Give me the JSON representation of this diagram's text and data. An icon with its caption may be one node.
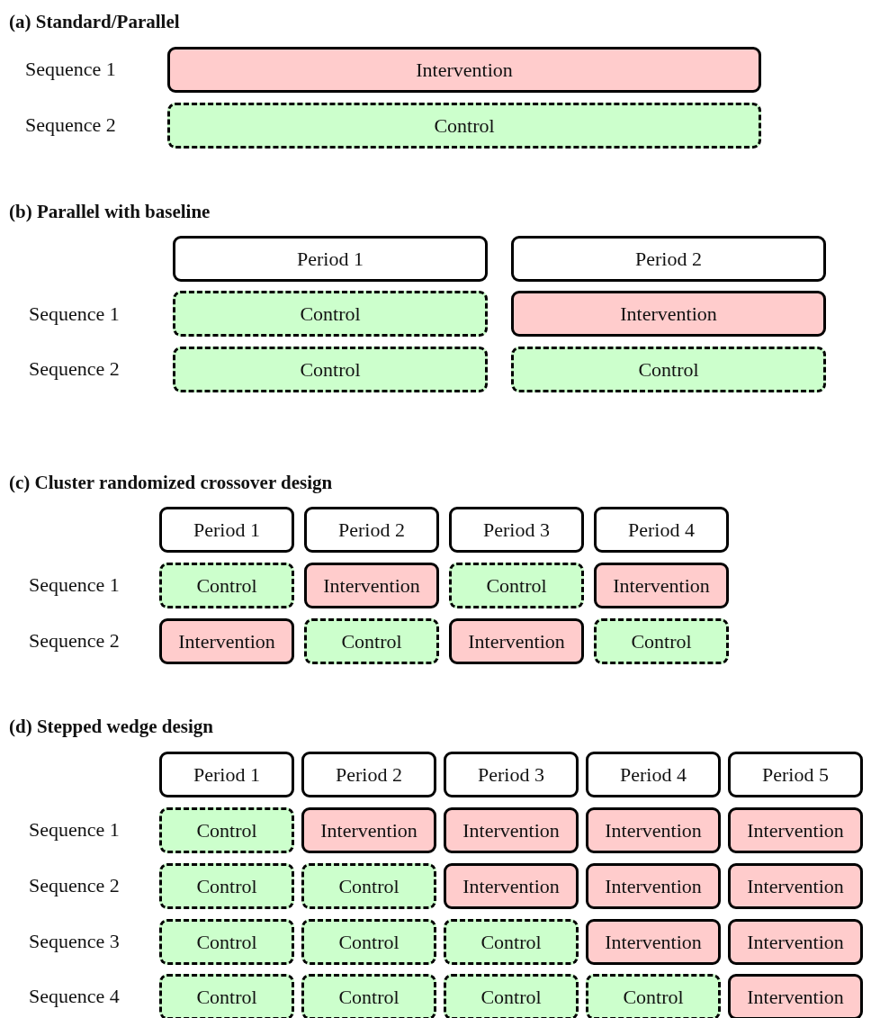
{
  "diagram": {
    "nodes": [
      {
        "text": [
          "Intervention"
        ]
      },
      {
        "text": [
          "Control"
        ]
      },
      {
        "text": [
          "Period 1"
        ]
      },
      {
        "text": [
          "Period 2"
        ]
      },
      {
        "text": [
          "Control"
        ]
      },
      {
        "text": [
          "Intervention"
        ]
      },
      {
        "text": [
          "Control"
        ]
      },
      {
        "text": [
          "Control"
        ]
      },
      {
        "text": [
          "Period 1"
        ]
      },
      {
        "text": [
          "Period 2"
        ]
      },
      {
        "text": [
          "Period 3"
        ]
      },
      {
        "text": [
          "Period 4"
        ]
      },
      {
        "text": [
          "Control"
        ]
      },
      {
        "text": [
          "Intervention"
        ]
      },
      {
        "text": [
          "Control"
        ]
      },
      {
        "text": [
          "Intervention"
        ]
      },
      {
        "text": [
          "Intervention"
        ]
      },
      {
        "text": [
          "Control"
        ]
      },
      {
        "text": [
          "Intervention"
        ]
      },
      {
        "text": [
          "Control"
        ]
      },
      {
        "text": [
          "Period 1"
        ]
      },
      {
        "text": [
          "Period 2"
        ]
      },
      {
        "text": [
          "Period 3"
        ]
      },
      {
        "text": [
          "Period 4"
        ]
      },
      {
        "text": [
          "Period 5"
        ]
      },
      {
        "text": [
          "Control"
        ]
      },
      {
        "text": [
          "Intervention"
        ]
      },
      {
        "text": [
          "Intervention"
        ]
      },
      {
        "text": [
          "Intervention"
        ]
      },
      {
        "text": [
          "Intervention"
        ]
      },
      {
        "text": [
          "Control"
        ]
      },
      {
        "text": [
          "Control"
        ]
      },
      {
        "text": [
          "Intervention"
        ]
      },
      {
        "text": [
          "Intervention"
        ]
      },
      {
        "text": [
          "Intervention"
        ]
      },
      {
        "text": [
          "Control"
        ]
      },
      {
        "text": [
          "Control"
        ]
      },
      {
        "text": [
          "Control"
        ]
      },
      {
        "text": [
          "Intervention"
        ]
      },
      {
        "text": [
          "Intervention"
        ]
      },
      {
        "text": [
          "Control"
        ]
      },
      {
        "text": [
          "Control"
        ]
      },
      {
        "text": [
          "Control"
        ]
      },
      {
        "text": [
          "Control"
        ]
      },
      {
        "text": [
          "Intervention"
        ]
      }
    ],
    "edges": [],
    "labels": [
      "(a) Standard/Parallel",
      "Sequence 1",
      "Sequence 2",
      "(b) Parallel with baseline",
      "Sequence 1",
      "Sequence 2",
      "(c) Cluster randomized crossover design",
      "Sequence 1",
      "Sequence 2",
      "(d) Stepped wedge design",
      "Sequence 1",
      "Sequence 2",
      "Sequence 3",
      "Sequence 4"
    ]
  }
}
